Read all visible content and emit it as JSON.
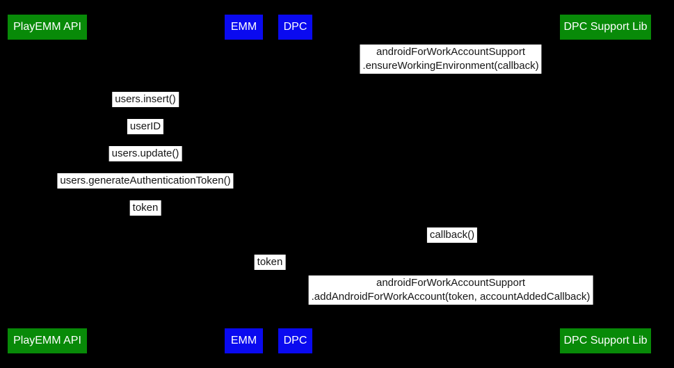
{
  "colors": {
    "background": "#000000",
    "participant_green": "#088A08",
    "participant_blue": "#0A0AF0",
    "participant_text": "#FFFFFF",
    "message_background": "#FFFFFF",
    "message_text": "#161616"
  },
  "participants": [
    {
      "label": "PlayEMM API",
      "color": "#088A08"
    },
    {
      "label": "EMM",
      "color": "#0A0AF0"
    },
    {
      "label": "DPC",
      "color": "#0A0AF0"
    },
    {
      "label": "DPC Support Lib",
      "color": "#088A08"
    }
  ],
  "messages": [
    {
      "lines": [
        "androidForWorkAccountSupport",
        ".ensureWorkingEnvironment(callback)"
      ]
    },
    {
      "lines": [
        "users.insert()"
      ]
    },
    {
      "lines": [
        "userID"
      ]
    },
    {
      "lines": [
        "users.update()"
      ]
    },
    {
      "lines": [
        "users.generateAuthenticationToken()"
      ]
    },
    {
      "lines": [
        "token"
      ]
    },
    {
      "lines": [
        "callback()"
      ]
    },
    {
      "lines": [
        "token"
      ]
    },
    {
      "lines": [
        "androidForWorkAccountSupport",
        ".addAndroidForWorkAccount(token, accountAddedCallback)"
      ]
    }
  ]
}
